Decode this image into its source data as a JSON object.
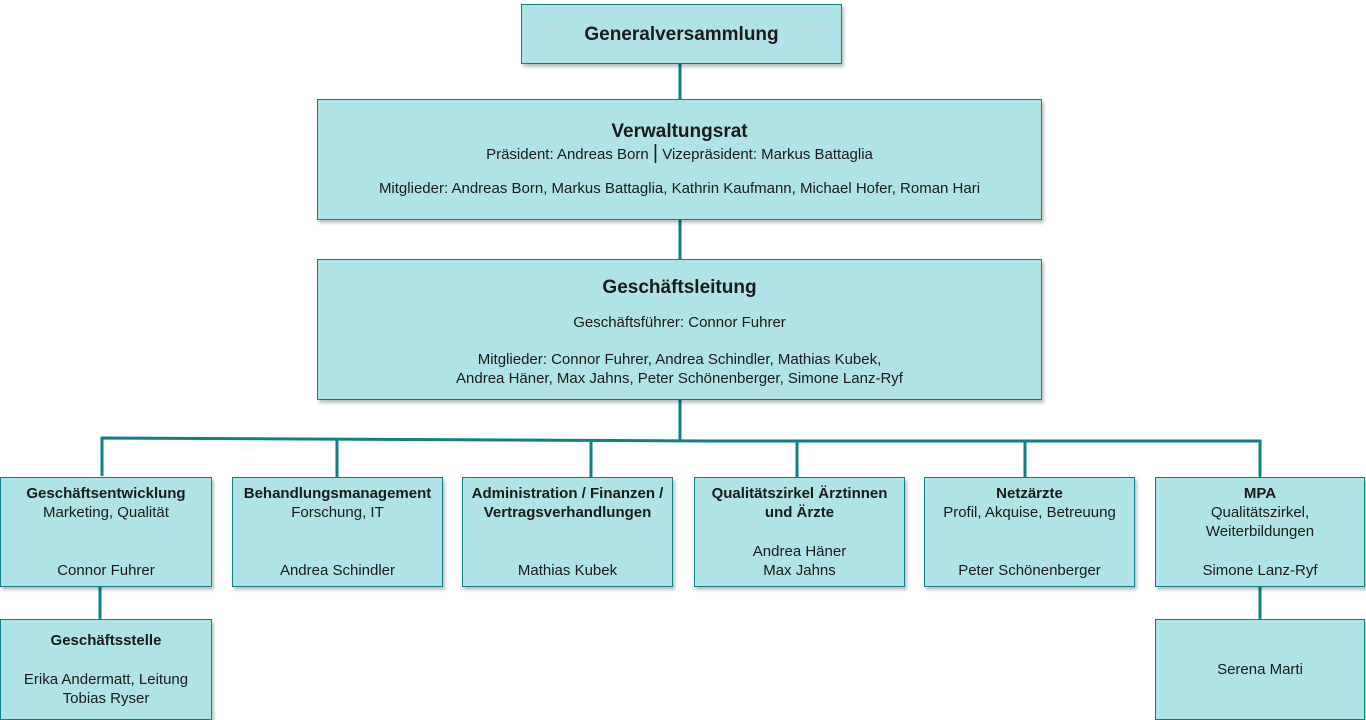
{
  "general": {
    "title": "Generalversammlung"
  },
  "vr": {
    "title": "Verwaltungsrat",
    "president": "Präsident: Andreas Born",
    "separator": "|",
    "vice": "Vizepräsident: Markus Battaglia",
    "members": "Mitglieder: Andreas Born, Markus Battaglia, Kathrin Kaufmann, Michael Hofer, Roman Hari"
  },
  "gl": {
    "title": "Geschäftsleitung",
    "ceo": "Geschäftsführer: Connor Fuhrer",
    "members_line1": "Mitglieder: Connor Fuhrer, Andrea Schindler, Mathias Kubek,",
    "members_line2": "Andrea Häner, Max Jahns, Peter Schönenberger, Simone Lanz-Ryf"
  },
  "departments": [
    {
      "title": "Geschäftsentwicklung",
      "subtitle": "Marketing, Qualität",
      "person": "Connor Fuhrer"
    },
    {
      "title": "Behandlungsmanagement",
      "subtitle": "Forschung, IT",
      "person": "Andrea Schindler"
    },
    {
      "title_line1": "Administration / Finanzen /",
      "title_line2": "Vertragsverhandlungen",
      "person": "Mathias Kubek"
    },
    {
      "title_line1": "Qualitätszirkel Ärztinnen",
      "title_line2": "und Ärzte",
      "person_line1": "Andrea Häner",
      "person_line2": "Max Jahns"
    },
    {
      "title": "Netzärzte",
      "subtitle": "Profil, Akquise, Betreuung",
      "person": "Peter Schönenberger"
    },
    {
      "title": "MPA",
      "subtitle_line1": "Qualitätszirkel,",
      "subtitle_line2": "Weiterbildungen",
      "person": "Simone Lanz-Ryf"
    }
  ],
  "geschaeftsstelle": {
    "title": "Geschäftsstelle",
    "person_line1": "Erika Andermatt, Leitung",
    "person_line2": "Tobias Ryser"
  },
  "mpa_sub": {
    "person": "Serena Marti"
  },
  "colors": {
    "box_fill": "#b0e3e6",
    "box_border": "#0e8088",
    "connector": "#0e8088"
  }
}
